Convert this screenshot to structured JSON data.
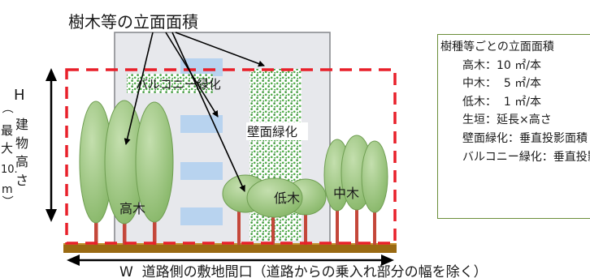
{
  "diagram": {
    "top_label": "樹木等の立面面積",
    "height_label": {
      "letter": "H",
      "vertical_text": "建物高さ",
      "paren_lines": [
        "（",
        "最",
        "大",
        "10.",
        "m",
        "）"
      ]
    },
    "balcony_label": "バルコニー緑化",
    "wall_label": "壁面緑化",
    "tall_tree_label": "高木",
    "low_tree_label": "低木",
    "mid_tree_label": "中木",
    "width_label": "W  道路側の敷地間口（道路からの乗入れ部分の幅を除く）"
  },
  "legend": {
    "title": "樹種等ごとの立面面積",
    "items": [
      "高木：10 ㎡/本",
      "中木：  5 ㎡/本",
      "低木：  1 ㎡/本",
      "生垣：延長×高さ",
      "壁面緑化：垂直投影面積",
      "バルコニー緑化：垂直投影面積"
    ]
  },
  "colors": {
    "dashed_frame": "#e8202a",
    "building": "#e7e8ec",
    "ground": "#9a6a12",
    "tree_foliage": "#98c27a",
    "trunk": "#c4473a",
    "green_dots": "#3f9a3c",
    "legend_border": "#6b8e3a"
  }
}
